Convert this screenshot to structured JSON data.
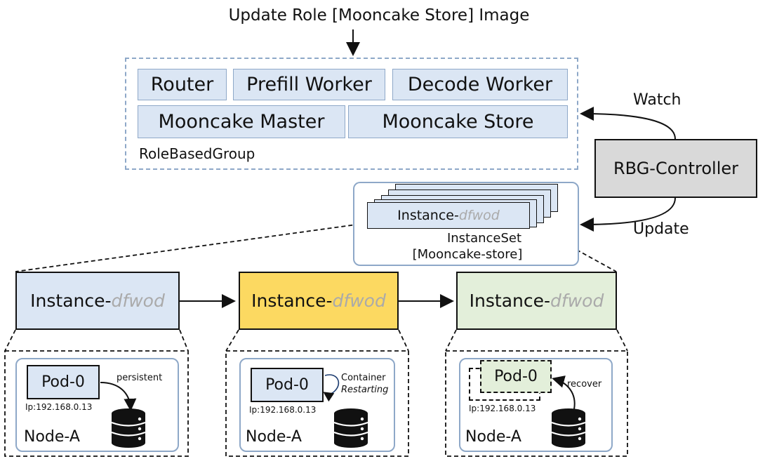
{
  "title": "Update Role [Mooncake Store] Image",
  "group": {
    "label": "RoleBasedGroup",
    "roles": [
      "Router",
      "Prefill Worker",
      "Decode Worker",
      "Mooncake Master",
      "Mooncake Store"
    ]
  },
  "controller": {
    "label": "RBG-Controller",
    "watch": "Watch",
    "update": "Update"
  },
  "instance_set": {
    "instance_prefix": "Instance-",
    "instance_suffix": "dfwod",
    "line1": "InstanceSet",
    "line2": "[Mooncake-store]"
  },
  "stages": [
    {
      "prefix": "Instance-",
      "suffix": "dfwod",
      "color": "#dbe6f4",
      "pod": "Pod-0",
      "ip": "Ip:192.168.0.13",
      "node": "Node-A",
      "note": "persistent",
      "pod_color": "#dbe6f4"
    },
    {
      "prefix": "Instance-",
      "suffix": "dfwod",
      "color": "#fcd961",
      "pod": "Pod-0",
      "ip": "Ip:192.168.0.13",
      "node": "Node-A",
      "note1": "Container",
      "note2": "Restarting",
      "pod_color": "#dbe6f4"
    },
    {
      "prefix": "Instance-",
      "suffix": "dfwod",
      "color": "#e3efda",
      "pod": "Pod-0",
      "ghost": "Pod-0",
      "ip": "Ip:192.168.0.13",
      "node": "Node-A",
      "note": "recover",
      "pod_color": "#e3efda"
    }
  ],
  "icons": [
    "arrow-down-icon",
    "database-icon",
    "restart-loop-icon"
  ]
}
